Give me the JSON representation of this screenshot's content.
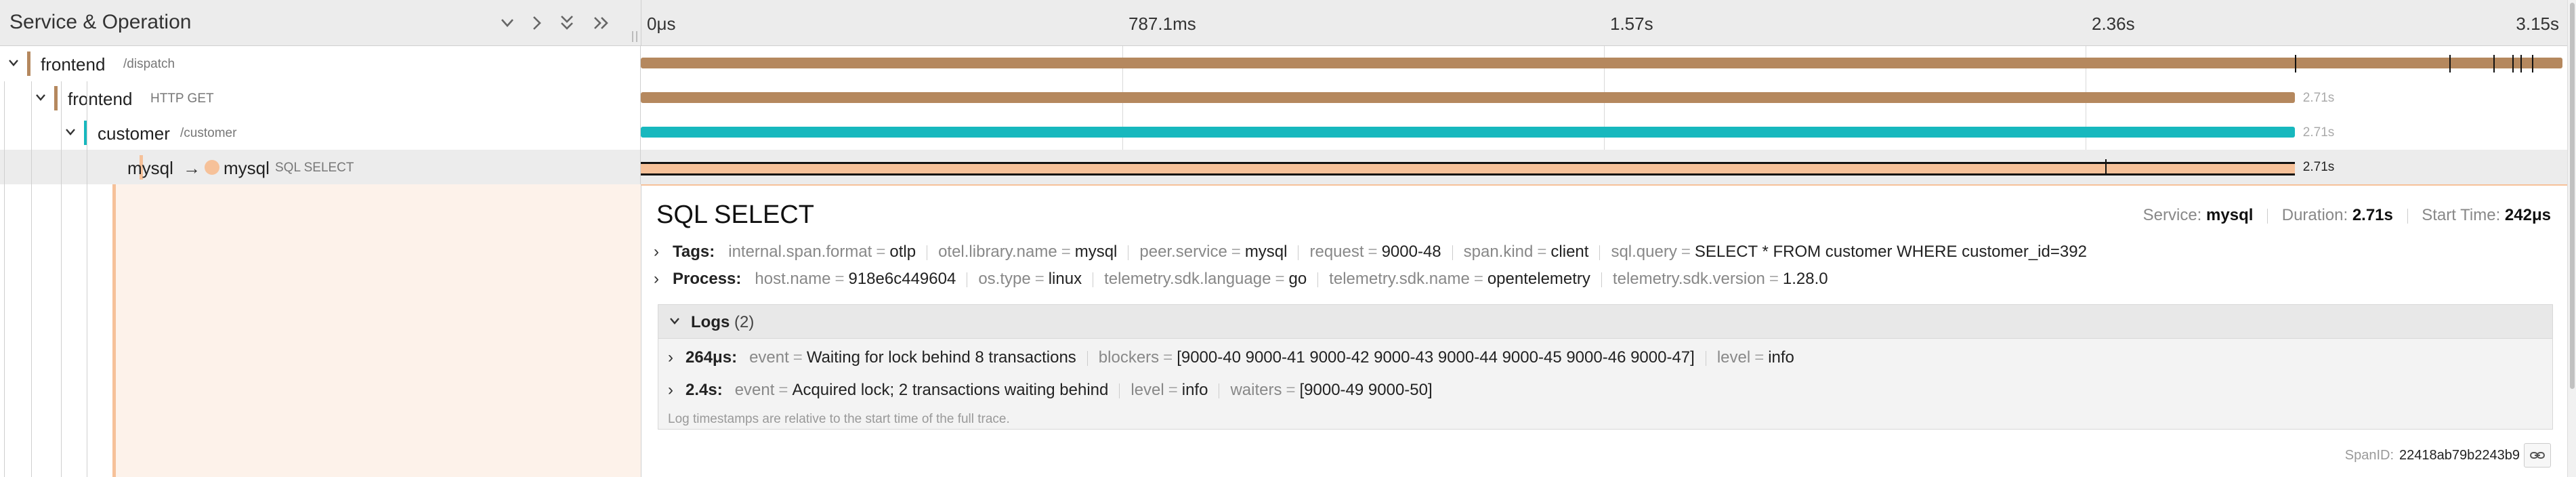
{
  "header": {
    "title": "Service & Operation",
    "buttons": [
      {
        "icon": "chevron-down-icon"
      },
      {
        "icon": "chevron-right-icon"
      },
      {
        "icon": "double-chevron-down-icon"
      },
      {
        "icon": "double-chevron-right-icon"
      }
    ]
  },
  "timeline": {
    "ticks": [
      "0μs",
      "787.1ms",
      "1.57s",
      "2.36s",
      "3.15s"
    ]
  },
  "spans": [
    {
      "service": "frontend",
      "operation": "/dispatch",
      "color": "#b5885e",
      "depth": 0,
      "start": 0.0,
      "duration": 1.0,
      "label": ""
    },
    {
      "service": "frontend",
      "operation": "HTTP GET",
      "color": "#b5885e",
      "depth": 1,
      "start": 0.0,
      "duration": 0.8607,
      "label": "2.71s"
    },
    {
      "service": "customer",
      "operation": "/customer",
      "color": "#17b8be",
      "depth": 2,
      "start": 0.0,
      "duration": 0.8607,
      "label": "2.71s"
    },
    {
      "service": "mysql",
      "peer": "mysql",
      "operation": "SQL SELECT",
      "color": "#f6c199",
      "depth": 3,
      "start": 0.0,
      "duration": 0.8607,
      "label": "2.71s",
      "selected": true
    }
  ],
  "root_events": [
    0.8607,
    0.941,
    0.964,
    0.974,
    0.978,
    0.984
  ],
  "mysql_events": [
    0.762
  ],
  "detail": {
    "title": "SQL SELECT",
    "service_label": "Service:",
    "service": "mysql",
    "duration_label": "Duration:",
    "duration": "2.71s",
    "start_label": "Start Time:",
    "start": "242μs",
    "tags_label": "Tags:",
    "tags": [
      {
        "k": "internal.span.format",
        "v": "otlp"
      },
      {
        "k": "otel.library.name",
        "v": "mysql"
      },
      {
        "k": "peer.service",
        "v": "mysql"
      },
      {
        "k": "request",
        "v": "9000-48"
      },
      {
        "k": "span.kind",
        "v": "client"
      },
      {
        "k": "sql.query",
        "v": "SELECT * FROM customer WHERE customer_id=392"
      }
    ],
    "process_label": "Process:",
    "process": [
      {
        "k": "host.name",
        "v": "918e6c449604"
      },
      {
        "k": "os.type",
        "v": "linux"
      },
      {
        "k": "telemetry.sdk.language",
        "v": "go"
      },
      {
        "k": "telemetry.sdk.name",
        "v": "opentelemetry"
      },
      {
        "k": "telemetry.sdk.version",
        "v": "1.28.0"
      }
    ],
    "logs_label": "Logs",
    "logs_count": "(2)",
    "logs": [
      {
        "ts": "264μs",
        "fields": [
          {
            "k": "event",
            "v": "Waiting for lock behind 8 transactions"
          },
          {
            "k": "blockers",
            "v": "[9000-40 9000-41 9000-42 9000-43 9000-44 9000-45 9000-46 9000-47]"
          },
          {
            "k": "level",
            "v": "info"
          }
        ]
      },
      {
        "ts": "2.4s",
        "fields": [
          {
            "k": "event",
            "v": "Acquired lock; 2 transactions waiting behind"
          },
          {
            "k": "level",
            "v": "info"
          },
          {
            "k": "waiters",
            "v": "[9000-49 9000-50]"
          }
        ]
      }
    ],
    "logs_note": "Log timestamps are relative to the start time of the full trace.",
    "span_id_label": "SpanID:",
    "span_id": "22418ab79b2243b9"
  }
}
